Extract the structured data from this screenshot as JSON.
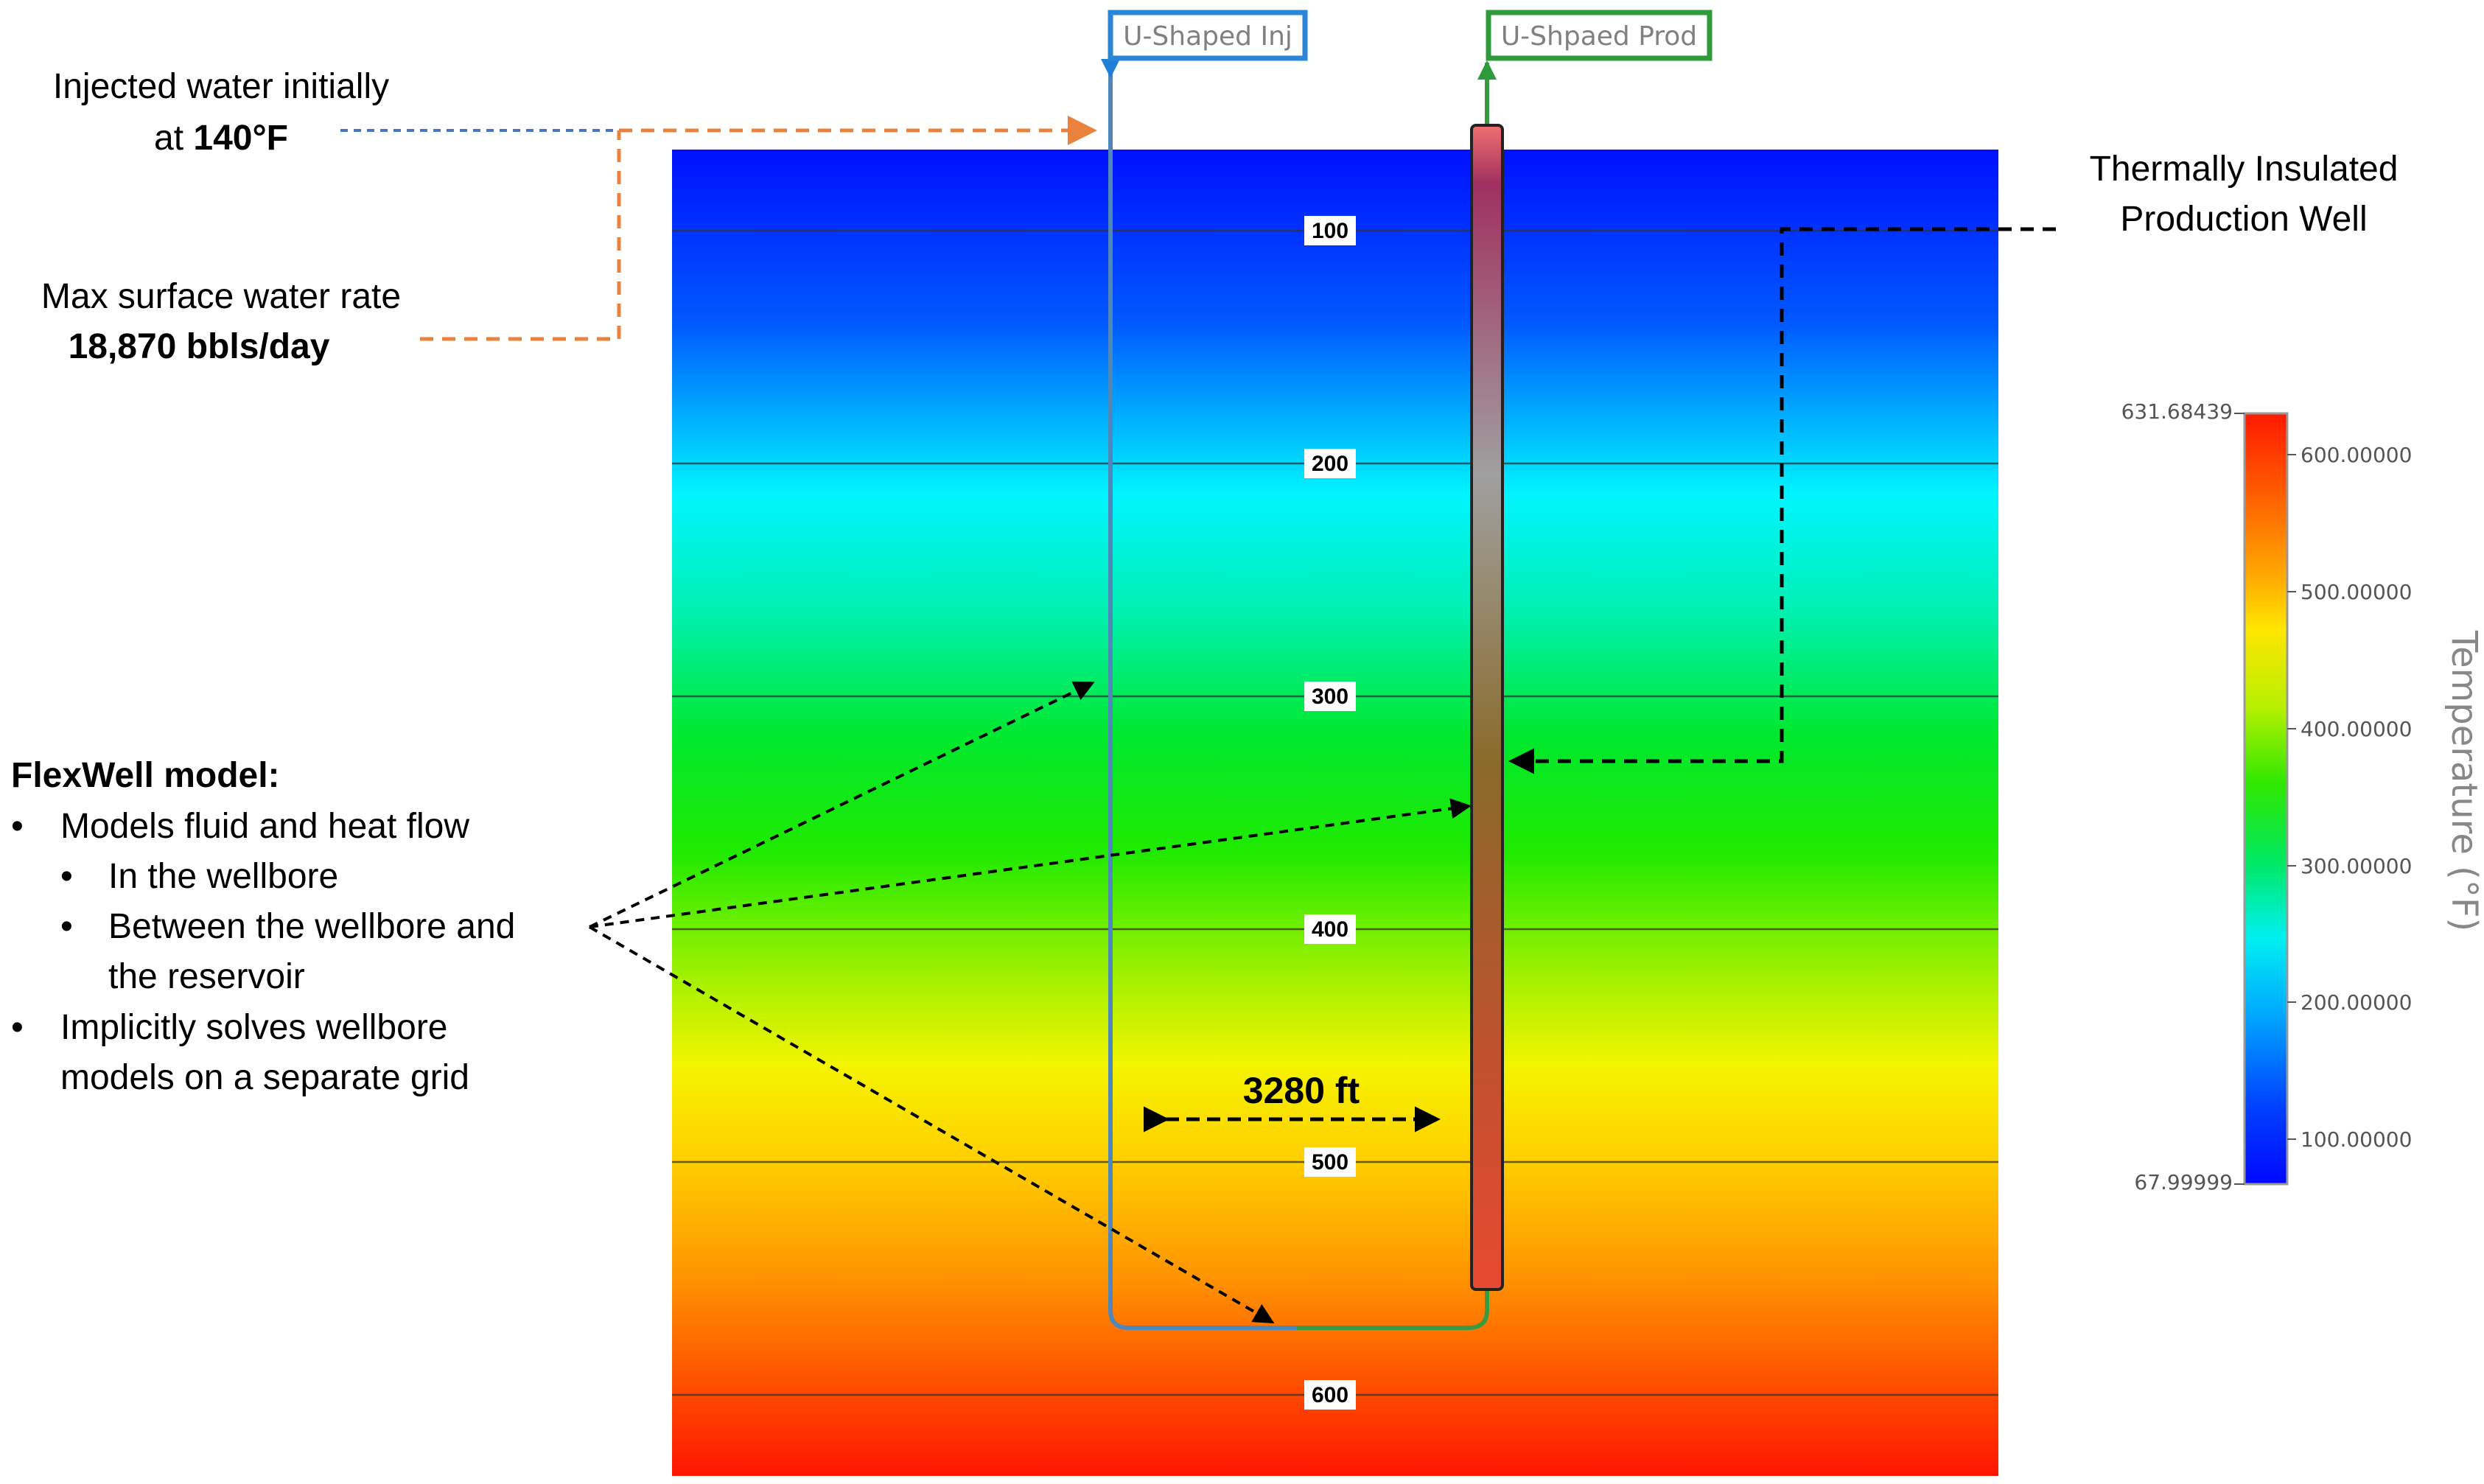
{
  "wells": {
    "injector_label": "U-Shaped Inj",
    "producer_label": "U-Shpaed Prod",
    "injector_color": "#1f7fd6",
    "producer_color": "#2e9b3a"
  },
  "annotations": {
    "injection_line1": "Injected water initially",
    "injection_prefix": "at ",
    "injection_temp": "140°F",
    "rate_line1": "Max surface water rate",
    "rate_value": "18,870 bbls/day",
    "insulated_line1": "Thermally Insulated",
    "insulated_line2": "Production Well",
    "spacing": "3280 ft"
  },
  "flexwell": {
    "title": "FlexWell model:",
    "b1": "Models fluid and heat flow",
    "b1a": "In the wellbore",
    "b1b_line1": "Between the wellbore and",
    "b1b_line2": "the reservoir",
    "b2_line1": "Implicitly solves wellbore",
    "b2_line2": "models on a separate grid",
    "bullet": "•"
  },
  "depth_labels": [
    "100",
    "200",
    "300",
    "400",
    "500",
    "600"
  ],
  "legend": {
    "title": "Temperature (°F)",
    "max_label": "631.68439",
    "min_label": "67.99999",
    "ticks": [
      "600.00000",
      "500.00000",
      "400.00000",
      "300.00000",
      "200.00000",
      "100.00000"
    ]
  },
  "colors": {
    "orange_leader": "#e8823c",
    "blue_leader": "#4a78b8"
  }
}
